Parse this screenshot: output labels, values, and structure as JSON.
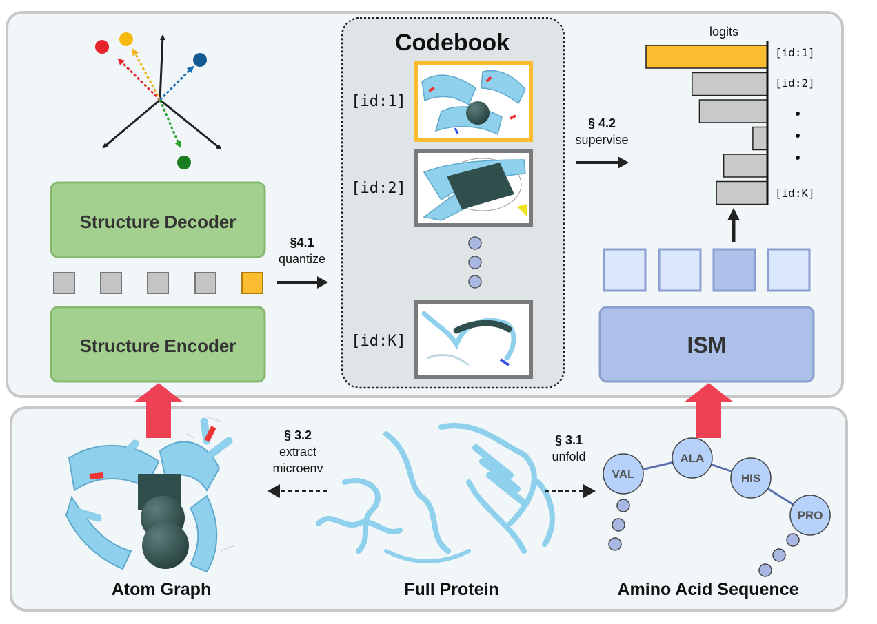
{
  "codebook": {
    "title": "Codebook",
    "entries": [
      "[id:1]",
      "[id:2]",
      "[id:K]"
    ]
  },
  "structure_decoder": {
    "label": "Structure Decoder"
  },
  "structure_encoder": {
    "label": "Structure Encoder"
  },
  "ism": {
    "label": "ISM"
  },
  "arrows": {
    "quantize": {
      "section": "§4.1",
      "action": "quantize"
    },
    "supervise": {
      "section": "§ 4.2",
      "action": "supervise"
    },
    "extract": {
      "section": "§ 3.2",
      "line1": "extract",
      "line2": "microenv"
    },
    "unfold": {
      "section": "§ 3.1",
      "action": "unfold"
    }
  },
  "logits": {
    "title": "logits",
    "labels": [
      "[id:1]",
      "[id:2]",
      "[id:K]"
    ],
    "bars": [
      {
        "value": 1.0,
        "highlight": true
      },
      {
        "value": 0.62
      },
      {
        "value": 0.56
      },
      {
        "value": 0.12
      },
      {
        "value": 0.36
      },
      {
        "value": 0.42
      }
    ]
  },
  "bottom_labels": {
    "atom_graph": "Atom Graph",
    "full_protein": "Full Protein",
    "amino_acid_sequence": "Amino Acid Sequence"
  },
  "amino_acids": [
    "VAL",
    "ALA",
    "HIS",
    "PRO"
  ],
  "colors": {
    "green_box": "#a3cf8f",
    "green_border": "#86b872",
    "ism_box": "#adc0ea",
    "ism_border": "#8a9fcf",
    "highlight": "#fbbc2f",
    "grey_bar": "#c9c9c9",
    "red_arrow": "#ee4156",
    "protein": "#8fd0ec",
    "dark_atom": "#2f4e4c",
    "panel_fill": "#f1f6f8"
  }
}
